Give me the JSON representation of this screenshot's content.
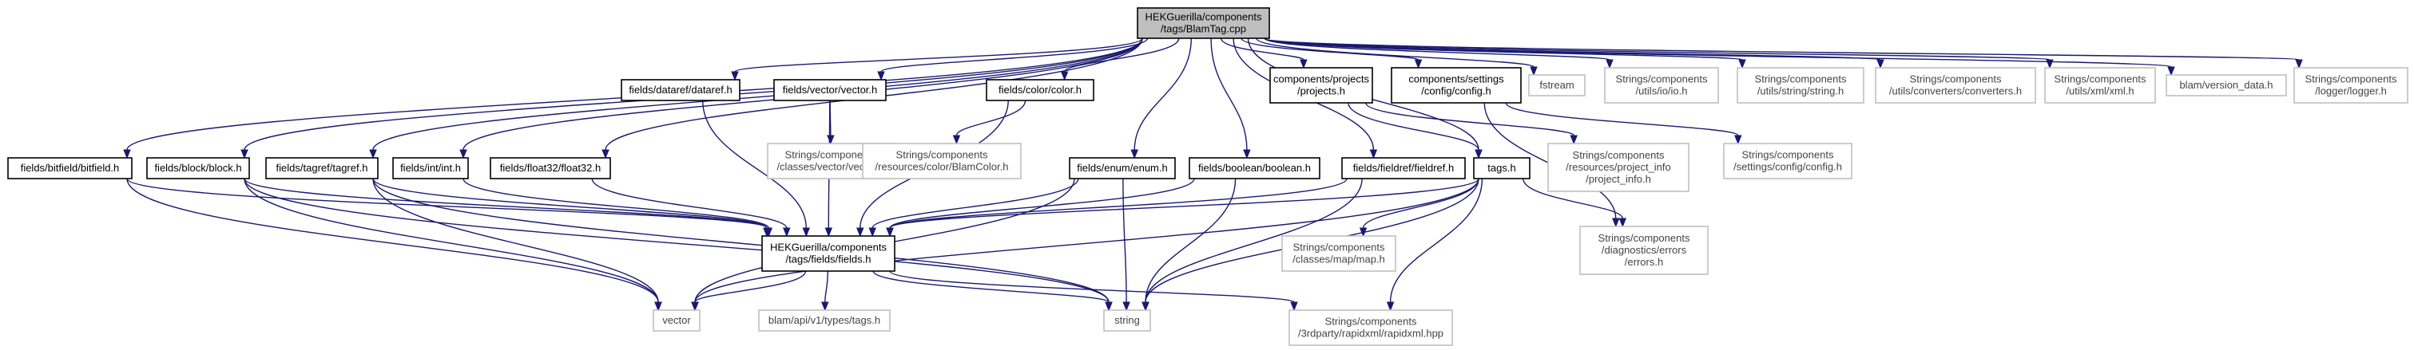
{
  "nodes": [
    {
      "id": "root",
      "lines": [
        "HEKGuerilla/components",
        "/tags/BlamTag.cpp"
      ],
      "kind": "root"
    },
    {
      "id": "bitfield",
      "lines": [
        "fields/bitfield/bitfield.h"
      ],
      "kind": "local"
    },
    {
      "id": "block",
      "lines": [
        "fields/block/block.h"
      ],
      "kind": "local"
    },
    {
      "id": "tagref",
      "lines": [
        "fields/tagref/tagref.h"
      ],
      "kind": "local"
    },
    {
      "id": "int",
      "lines": [
        "fields/int/int.h"
      ],
      "kind": "local"
    },
    {
      "id": "float32",
      "lines": [
        "fields/float32/float32.h"
      ],
      "kind": "local"
    },
    {
      "id": "dataref",
      "lines": [
        "fields/dataref/dataref.h"
      ],
      "kind": "local"
    },
    {
      "id": "vectorh",
      "lines": [
        "fields/vector/vector.h"
      ],
      "kind": "local"
    },
    {
      "id": "colorh",
      "lines": [
        "fields/color/color.h"
      ],
      "kind": "local"
    },
    {
      "id": "enumh",
      "lines": [
        "fields/enum/enum.h"
      ],
      "kind": "local"
    },
    {
      "id": "booleanh",
      "lines": [
        "fields/boolean/boolean.h"
      ],
      "kind": "local"
    },
    {
      "id": "fieldref",
      "lines": [
        "fields/fieldref/fieldref.h"
      ],
      "kind": "local"
    },
    {
      "id": "projects",
      "lines": [
        "components/projects",
        "/projects.h"
      ],
      "kind": "local"
    },
    {
      "id": "settings",
      "lines": [
        "components/settings",
        "/config/config.h"
      ],
      "kind": "local"
    },
    {
      "id": "fstream",
      "lines": [
        "fstream"
      ],
      "kind": "ext"
    },
    {
      "id": "ioio",
      "lines": [
        "Strings/components",
        "/utils/io/io.h"
      ],
      "kind": "ext"
    },
    {
      "id": "strstr",
      "lines": [
        "Strings/components",
        "/utils/string/string.h"
      ],
      "kind": "ext"
    },
    {
      "id": "converters",
      "lines": [
        "Strings/components",
        "/utils/converters/converters.h"
      ],
      "kind": "ext"
    },
    {
      "id": "xmlxml",
      "lines": [
        "Strings/components",
        "/utils/xml/xml.h"
      ],
      "kind": "ext"
    },
    {
      "id": "version",
      "lines": [
        "blam/version_data.h"
      ],
      "kind": "ext"
    },
    {
      "id": "logger",
      "lines": [
        "Strings/components",
        "/logger/logger.h"
      ],
      "kind": "ext"
    },
    {
      "id": "vecclass",
      "lines": [
        "Strings/components",
        "/classes/vector/vector.h"
      ],
      "kind": "ext"
    },
    {
      "id": "blamcolor",
      "lines": [
        "Strings/components",
        "/resources/color/BlamColor.h"
      ],
      "kind": "ext"
    },
    {
      "id": "tagsh",
      "lines": [
        "tags.h"
      ],
      "kind": "local"
    },
    {
      "id": "projinfo",
      "lines": [
        "Strings/components",
        "/resources/project_info",
        "/project_info.h"
      ],
      "kind": "ext"
    },
    {
      "id": "scfg",
      "lines": [
        "Strings/components",
        "/settings/config/config.h"
      ],
      "kind": "ext"
    },
    {
      "id": "fieldsh",
      "lines": [
        "HEKGuerilla/components",
        "/tags/fields/fields.h"
      ],
      "kind": "local"
    },
    {
      "id": "mapmap",
      "lines": [
        "Strings/components",
        "/classes/map/map.h"
      ],
      "kind": "ext"
    },
    {
      "id": "errors",
      "lines": [
        "Strings/components",
        "/diagnostics/errors",
        "/errors.h"
      ],
      "kind": "ext"
    },
    {
      "id": "vector",
      "lines": [
        "vector"
      ],
      "kind": "ext"
    },
    {
      "id": "apitags",
      "lines": [
        "blam/api/v1/types/tags.h"
      ],
      "kind": "ext"
    },
    {
      "id": "string",
      "lines": [
        "string"
      ],
      "kind": "ext"
    },
    {
      "id": "rapidxml",
      "lines": [
        "Strings/components",
        "/3rdparty/rapidxml/rapidxml.hpp"
      ],
      "kind": "ext"
    }
  ],
  "edges": [
    [
      "root",
      "bitfield"
    ],
    [
      "root",
      "block"
    ],
    [
      "root",
      "tagref"
    ],
    [
      "root",
      "int"
    ],
    [
      "root",
      "float32"
    ],
    [
      "root",
      "dataref"
    ],
    [
      "root",
      "vectorh"
    ],
    [
      "root",
      "colorh"
    ],
    [
      "root",
      "enumh"
    ],
    [
      "root",
      "booleanh"
    ],
    [
      "root",
      "fieldref"
    ],
    [
      "root",
      "projects"
    ],
    [
      "root",
      "settings"
    ],
    [
      "root",
      "fstream"
    ],
    [
      "root",
      "ioio"
    ],
    [
      "root",
      "strstr"
    ],
    [
      "root",
      "converters"
    ],
    [
      "root",
      "xmlxml"
    ],
    [
      "root",
      "version"
    ],
    [
      "root",
      "logger"
    ],
    [
      "root",
      "tagsh"
    ],
    [
      "bitfield",
      "fieldsh"
    ],
    [
      "bitfield",
      "vector"
    ],
    [
      "block",
      "fieldsh"
    ],
    [
      "block",
      "vector"
    ],
    [
      "block",
      "string"
    ],
    [
      "tagref",
      "fieldsh"
    ],
    [
      "tagref",
      "vector"
    ],
    [
      "tagref",
      "string"
    ],
    [
      "int",
      "fieldsh"
    ],
    [
      "float32",
      "fieldsh"
    ],
    [
      "dataref",
      "fieldsh"
    ],
    [
      "vectorh",
      "vecclass"
    ],
    [
      "vectorh",
      "fieldsh"
    ],
    [
      "colorh",
      "blamcolor"
    ],
    [
      "colorh",
      "fieldsh"
    ],
    [
      "enumh",
      "fieldsh"
    ],
    [
      "enumh",
      "vector"
    ],
    [
      "enumh",
      "string"
    ],
    [
      "booleanh",
      "fieldsh"
    ],
    [
      "booleanh",
      "string"
    ],
    [
      "fieldref",
      "fieldsh"
    ],
    [
      "fieldref",
      "string"
    ],
    [
      "projects",
      "projinfo"
    ],
    [
      "projects",
      "tagsh"
    ],
    [
      "settings",
      "scfg"
    ],
    [
      "settings",
      "errors"
    ],
    [
      "tagsh",
      "fieldsh"
    ],
    [
      "tagsh",
      "mapmap"
    ],
    [
      "tagsh",
      "errors"
    ],
    [
      "tagsh",
      "vector"
    ],
    [
      "tagsh",
      "string"
    ],
    [
      "tagsh",
      "rapidxml"
    ],
    [
      "fieldsh",
      "vector"
    ],
    [
      "fieldsh",
      "apitags"
    ],
    [
      "fieldsh",
      "string"
    ],
    [
      "fieldsh",
      "rapidxml"
    ]
  ]
}
